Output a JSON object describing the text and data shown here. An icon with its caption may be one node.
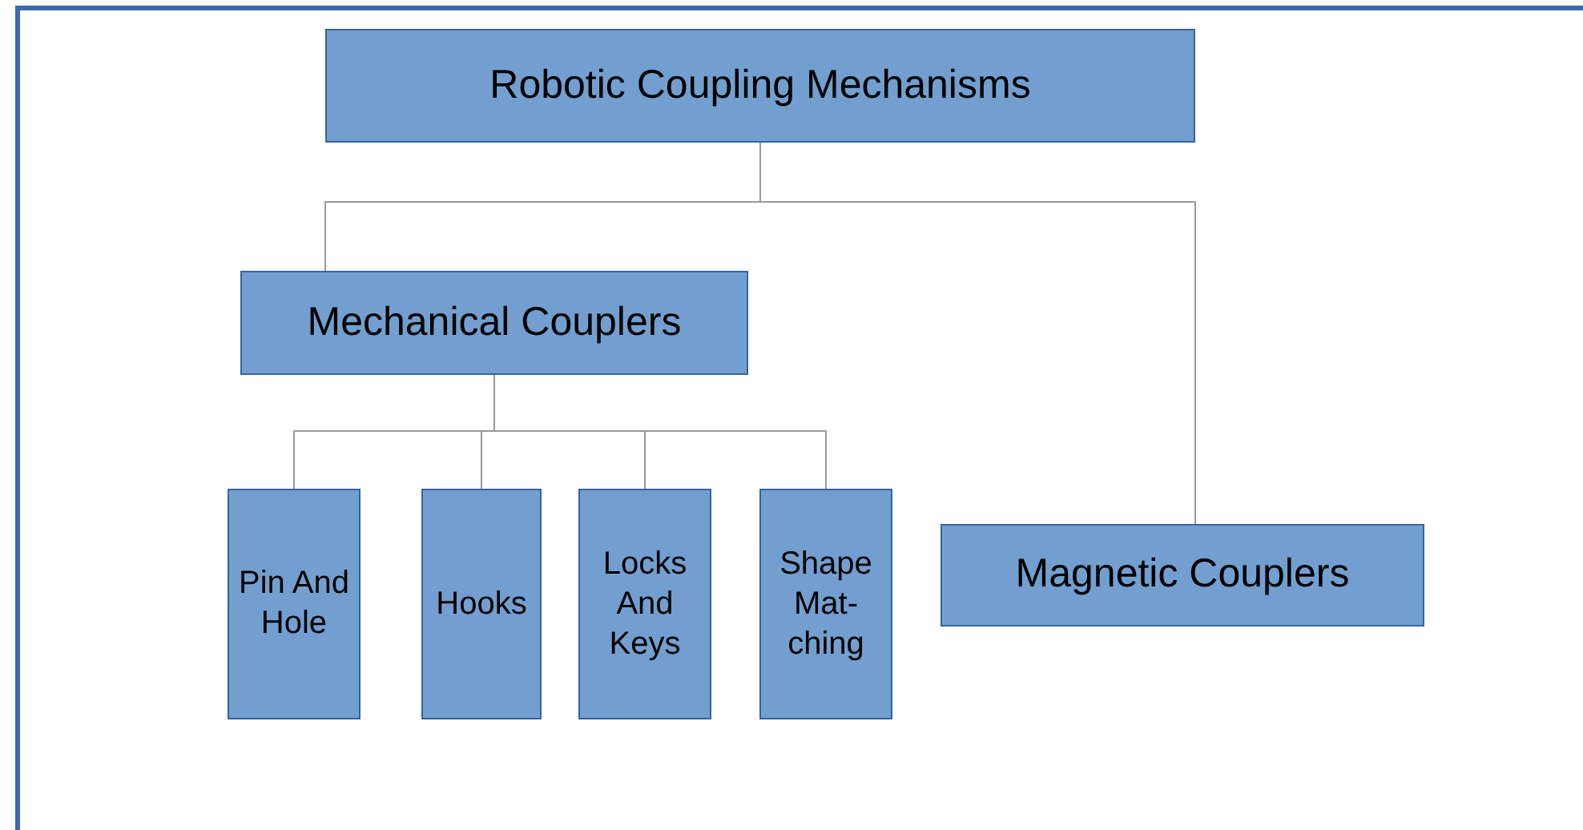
{
  "diagram": {
    "nodes": [
      {
        "text": [
          "Robotic Coupling Mechanisms"
        ]
      },
      {
        "text": [
          "Mechanical Couplers"
        ]
      },
      {
        "text": [
          "Pin And Hole"
        ]
      },
      {
        "text": [
          "Hooks"
        ]
      },
      {
        "text": [
          "Locks And Keys"
        ]
      },
      {
        "text": [
          "Shape Mat- ching"
        ]
      },
      {
        "text": [
          "Magnetic Couplers"
        ]
      }
    ],
    "edges": [
      {
        "from": 0,
        "to": 1,
        "arrow": "none"
      },
      {
        "from": 0,
        "to": 6,
        "arrow": "none"
      },
      {
        "from": 1,
        "to": 2,
        "arrow": "none"
      },
      {
        "from": 1,
        "to": 3,
        "arrow": "none"
      },
      {
        "from": 1,
        "to": 4,
        "arrow": "none"
      },
      {
        "from": 1,
        "to": 5,
        "arrow": "none"
      }
    ]
  }
}
